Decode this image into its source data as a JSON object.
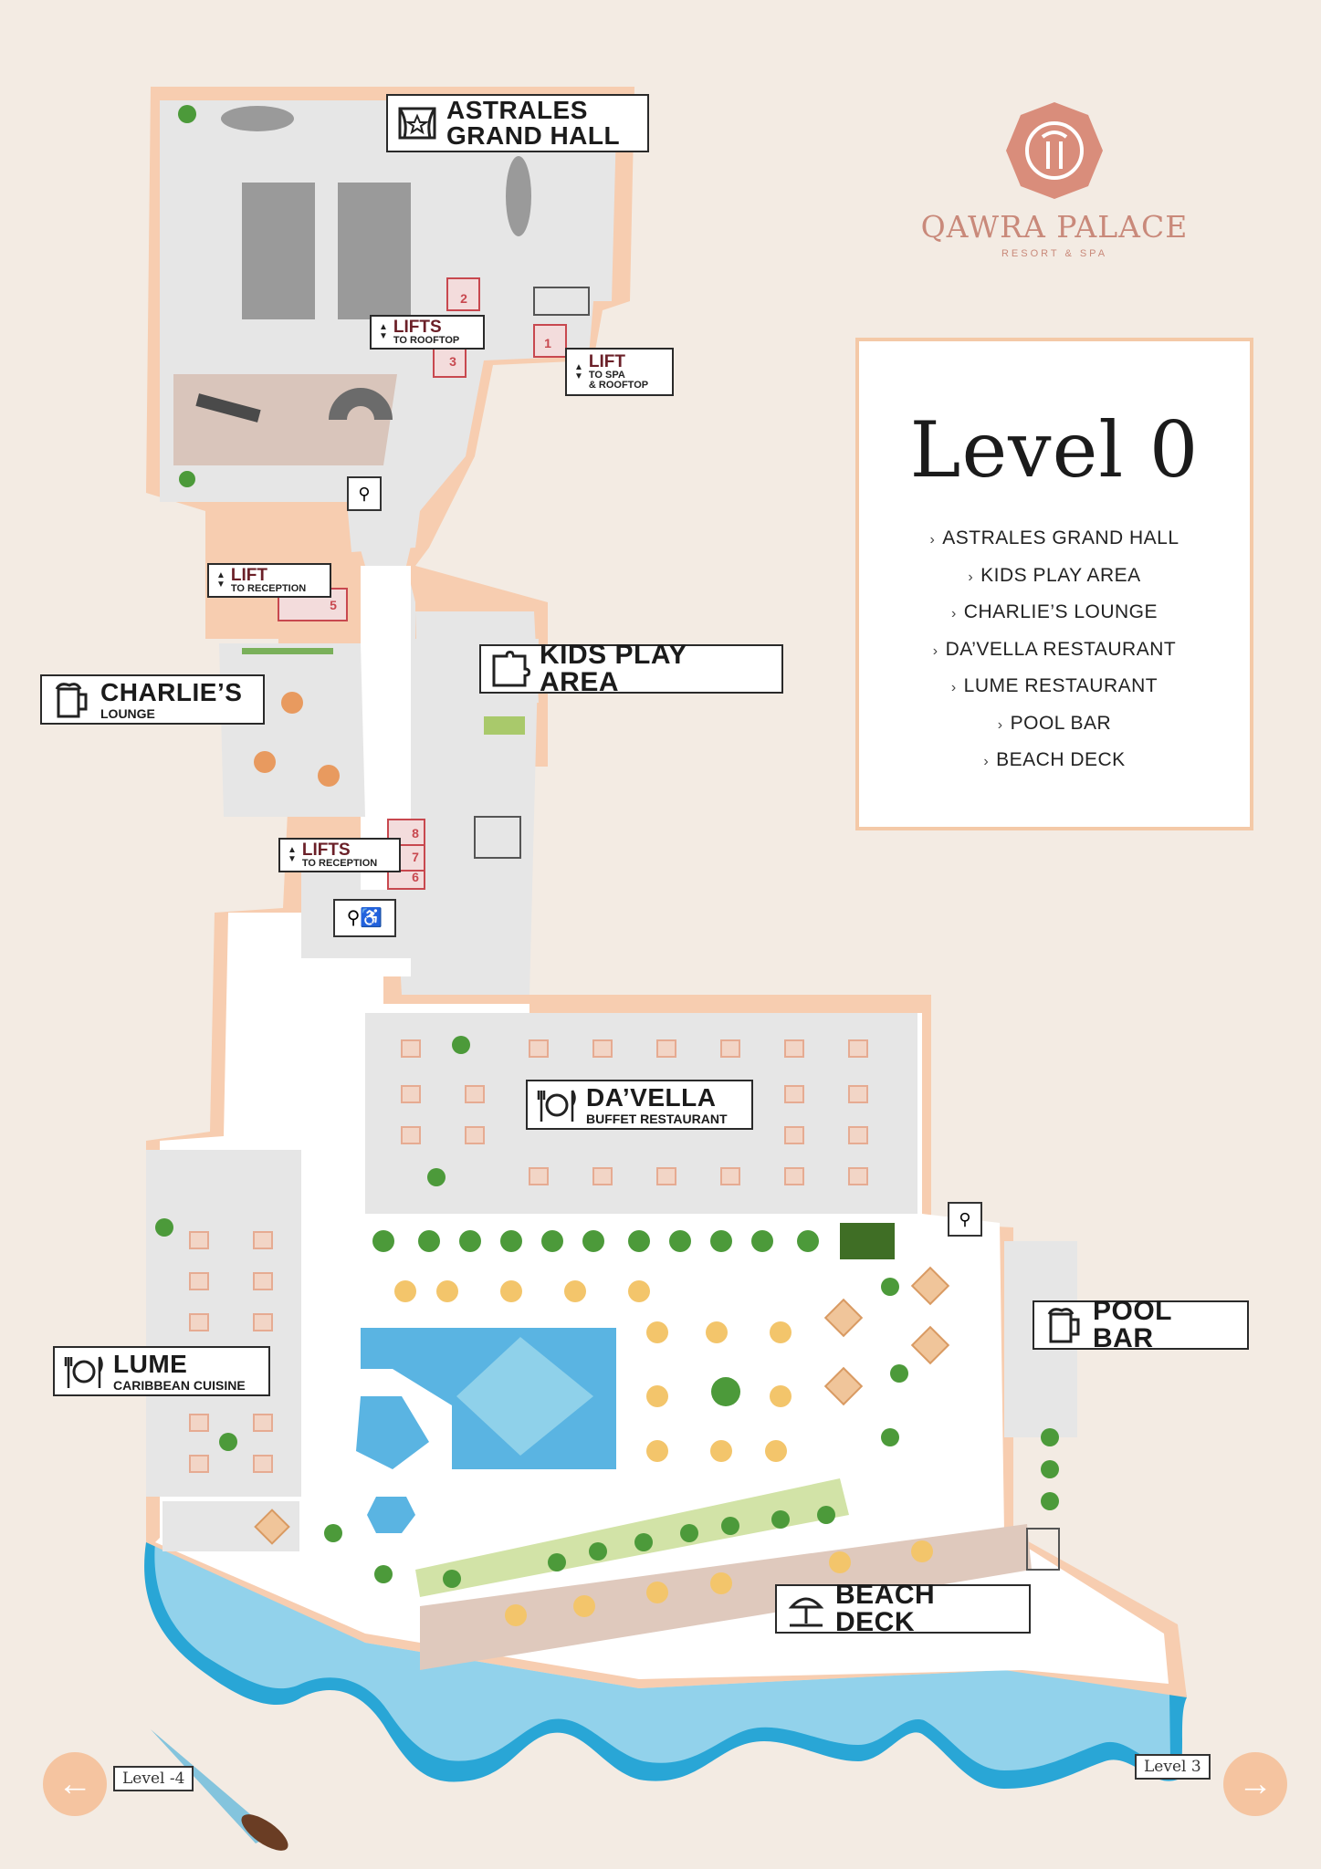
{
  "brand": {
    "name": "QAWRA PALACE",
    "subtitle": "RESORT & SPA",
    "color": "#c9897a"
  },
  "legend": {
    "level_title": "Level 0",
    "items": [
      "ASTRALES GRAND HALL",
      "KIDS PLAY AREA",
      "CHARLIE’S LOUNGE",
      "DA’VELLA RESTAURANT",
      "LUME RESTAURANT",
      "POOL BAR",
      "BEACH DECK"
    ]
  },
  "areas": {
    "astrales": {
      "line1": "ASTRALES",
      "line2": "GRAND HALL",
      "icon": "stage-icon"
    },
    "kids": {
      "title": "KIDS PLAY AREA",
      "icon": "puzzle-icon"
    },
    "charlies": {
      "title": "CHARLIE’S",
      "subtitle": "LOUNGE",
      "icon": "beer-mug-icon"
    },
    "davella": {
      "title": "DA’VELLA",
      "subtitle": "BUFFET RESTAURANT",
      "icon": "cutlery-icon"
    },
    "lume": {
      "title": "LUME",
      "subtitle": "CARIBBEAN CUISINE",
      "icon": "cutlery-icon"
    },
    "poolbar": {
      "title": "POOL BAR",
      "icon": "beer-mug-icon"
    },
    "beachdeck": {
      "title": "BEACH DECK",
      "icon": "beach-umbrella-icon"
    }
  },
  "lifts": {
    "rooftop": {
      "title": "LIFTS",
      "sub": "TO ROOFTOP"
    },
    "spa": {
      "title": "LIFT",
      "sub1": "TO SPA",
      "sub2": "& ROOFTOP"
    },
    "reception5": {
      "title": "LIFT",
      "sub": "TO RECEPTION"
    },
    "reception678": {
      "title": "LIFTS",
      "sub": "TO RECEPTION"
    },
    "numbers": {
      "n1": "1",
      "n2": "2",
      "n3": "3",
      "n5": "5",
      "n6": "6",
      "n7": "7",
      "n8": "8"
    }
  },
  "nav": {
    "prev": "Level -4",
    "next": "Level 3"
  },
  "colors": {
    "background": "#f3ebe3",
    "building_outline": "#f7cdb0",
    "floor_grey": "#e6e6e6",
    "floor_white": "#ffffff",
    "pool": "#5ab4e2",
    "sea": "#29a6d6",
    "deck": "#dfc9bd",
    "lift_red": "#c8484f"
  }
}
